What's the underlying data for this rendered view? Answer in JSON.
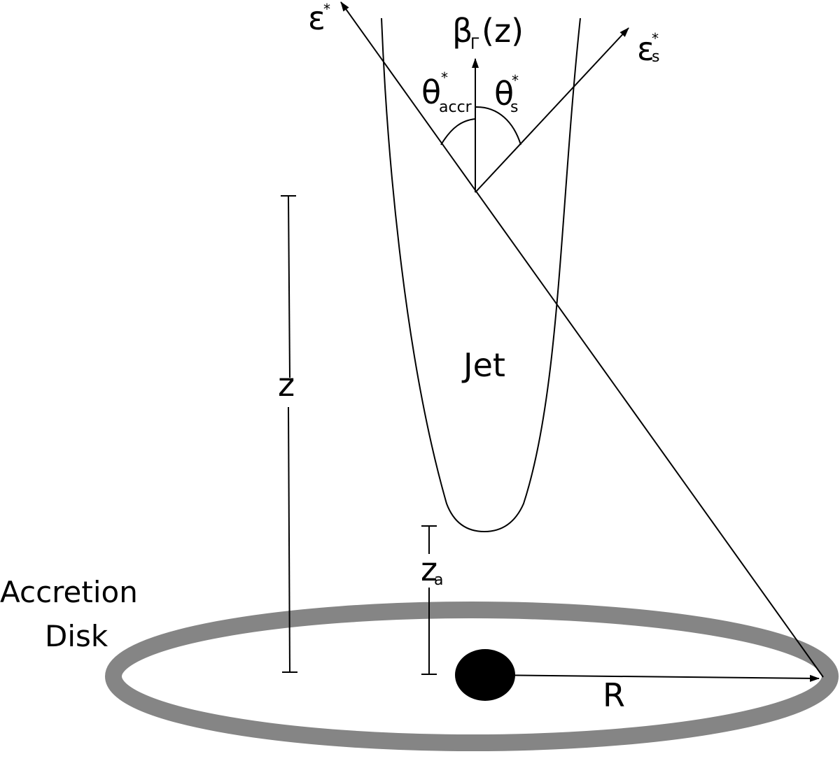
{
  "labels": {
    "epsilon_main": "ε",
    "epsilon_main_sup": "*",
    "beta_symbol": "β",
    "beta_sub": "Γ",
    "beta_arg": "(z)",
    "epsilon_s": "ε",
    "epsilon_s_sup": "*",
    "epsilon_s_sub": "s",
    "theta_accr": "θ",
    "theta_accr_sup": "*",
    "theta_accr_sub": "accr",
    "theta_s": "θ",
    "theta_s_sup": "*",
    "theta_s_sub": "s",
    "jet": "Jet",
    "z": "z",
    "z_a": "z",
    "z_a_sub": "a",
    "disk_line1": "Accretion",
    "disk_line2": "Disk",
    "radius": "R"
  },
  "colors": {
    "ink": "#000000",
    "disk": "#858585",
    "background": "#ffffff"
  }
}
